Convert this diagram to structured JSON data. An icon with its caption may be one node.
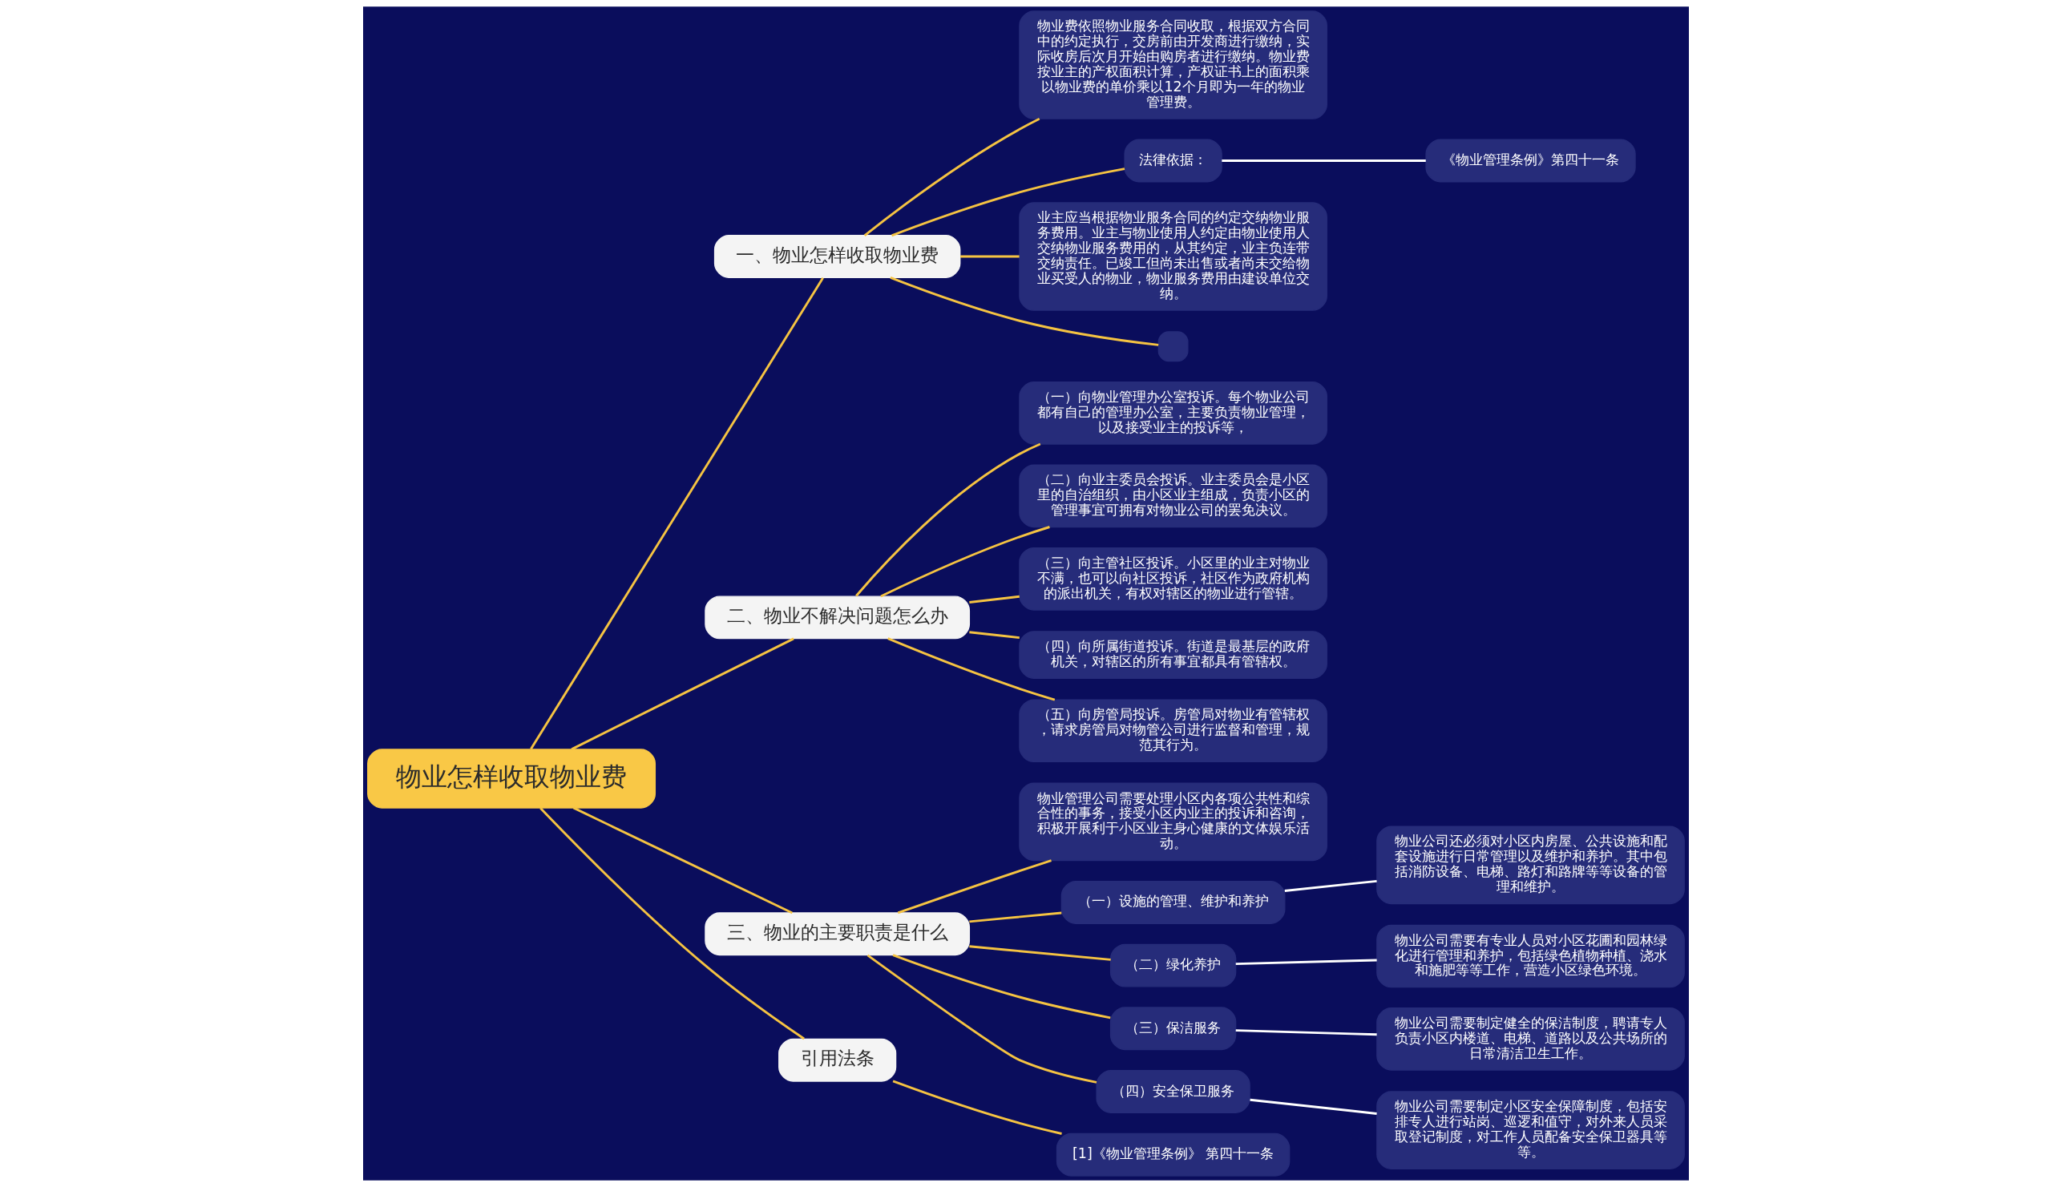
{
  "diagram": {
    "nodes": [
      {
        "text": [
          "物业怎样收取物业费"
        ]
      },
      {
        "text": [
          "一、物业怎样收取物业费"
        ]
      },
      {
        "text": [
          "物业费依照物业服务合同收取，根据双方合同中的约定执行，交房前由开发商进行缴纳，实际收房后次月开始由购房者进行缴纳。物业费按业主的产权面积计算，产权证书上的面积乘以物业费的单价乘以12个月即为一年的物业管理费。"
        ]
      },
      {
        "text": [
          "法律依据："
        ]
      },
      {
        "text": [
          "《物业管理条例》第四十一条"
        ]
      },
      {
        "text": [
          "业主应当根据物业服务合同的约定交纳物业服务费用。业主与物业使用人约定由物业使用人交纳物业服务费用的，从其约定，业主负连带交纳责任。已竣工但尚未出售或者尚未交给物业买受人的物业，物业服务费用由建设单位交纳。"
        ]
      },
      {
        "text": [],
        "shape": "box"
      },
      {
        "text": [
          "二、物业不解决问题怎么办"
        ]
      },
      {
        "text": [
          "（一）向物业管理办公室投诉。每个物业公司都有自己的管理办公室，主要负责物业管理，以及接受业主的投诉等，"
        ]
      },
      {
        "text": [
          "（二）向业主委员会投诉。业主委员会是小区里的自治组织，由小区业主组成，负责小区的管理事宜可拥有对物业公司的罢免决议。"
        ]
      },
      {
        "text": [
          "（三）向主管社区投诉。小区里的业主对物业不满，也可以向社区投诉，社区作为政府机构的派出机关，有权对辖区的物业进行管辖。"
        ]
      },
      {
        "text": [
          "（四）向所属街道投诉。街道是最基层的政府机关，对辖区的所有事宜都具有管辖权。"
        ]
      },
      {
        "text": [
          "（五）向房管局投诉。房管局对物业有管辖权，请求房管局对物管公司进行监督和管理，规范其行为。"
        ]
      },
      {
        "text": [
          "三、物业的主要职责是什么"
        ]
      },
      {
        "text": [
          "物业管理公司需要处理小区内各项公共性和综合性的事务，接受小区内业主的投诉和咨询，积极开展利于小区业主身心健康的文体娱乐活动。"
        ]
      },
      {
        "text": [
          "（一）设施的管理、维护和养护"
        ]
      },
      {
        "text": [
          "物业公司还必须对小区内房屋、公共设施和配套设施进行日常管理以及维护和养护。其中包括消防设备、电梯、路灯和路牌等等设备的管理和维护。"
        ]
      },
      {
        "text": [
          "（二）绿化养护"
        ]
      },
      {
        "text": [
          "物业公司需要有专业人员对小区花圃和园林绿化进行管理和养护，包括绿色植物种植、浇水和施肥等等工作，营造小区绿色环境。"
        ]
      },
      {
        "text": [
          "（三）保洁服务"
        ]
      },
      {
        "text": [
          "物业公司需要制定健全的保洁制度，聘请专人负责小区内楼道、电梯、道路以及公共场所的日常清洁卫生工作。"
        ]
      },
      {
        "text": [
          "（四）安全保卫服务"
        ]
      },
      {
        "text": [
          "物业公司需要制定小区安全保障制度，包括安排专人进行站岗、巡逻和值守，对外来人员采取登记制度，对工作人员配备安全保卫器具等等。"
        ]
      },
      {
        "text": [
          "引用法条"
        ]
      },
      {
        "text": [
          "[1]《物业管理条例》 第四十一条"
        ]
      }
    ],
    "edges": [
      {
        "from": 0,
        "to": 1,
        "arrow": "none"
      },
      {
        "from": 1,
        "to": 2,
        "arrow": "none"
      },
      {
        "from": 1,
        "to": 3,
        "arrow": "none"
      },
      {
        "from": 3,
        "to": 4,
        "arrow": "none",
        "color": "#ffffff"
      },
      {
        "from": 1,
        "to": 5,
        "arrow": "none"
      },
      {
        "from": 1,
        "to": 6,
        "arrow": "none"
      },
      {
        "from": 0,
        "to": 7,
        "arrow": "none"
      },
      {
        "from": 7,
        "to": 8,
        "arrow": "none"
      },
      {
        "from": 7,
        "to": 9,
        "arrow": "none"
      },
      {
        "from": 7,
        "to": 10,
        "arrow": "none"
      },
      {
        "from": 7,
        "to": 11,
        "arrow": "none"
      },
      {
        "from": 7,
        "to": 12,
        "arrow": "none"
      },
      {
        "from": 0,
        "to": 13,
        "arrow": "none"
      },
      {
        "from": 13,
        "to": 14,
        "arrow": "none"
      },
      {
        "from": 13,
        "to": 15,
        "arrow": "none"
      },
      {
        "from": 15,
        "to": 16,
        "arrow": "none",
        "color": "#ffffff"
      },
      {
        "from": 13,
        "to": 17,
        "arrow": "none"
      },
      {
        "from": 17,
        "to": 18,
        "arrow": "none",
        "color": "#ffffff"
      },
      {
        "from": 13,
        "to": 19,
        "arrow": "none"
      },
      {
        "from": 19,
        "to": 20,
        "arrow": "none",
        "color": "#ffffff"
      },
      {
        "from": 13,
        "to": 21,
        "arrow": "none"
      },
      {
        "from": 21,
        "to": 22,
        "arrow": "none",
        "color": "#ffffff"
      },
      {
        "from": 0,
        "to": 23,
        "arrow": "none"
      },
      {
        "from": 23,
        "to": 24,
        "arrow": "none"
      }
    ]
  }
}
